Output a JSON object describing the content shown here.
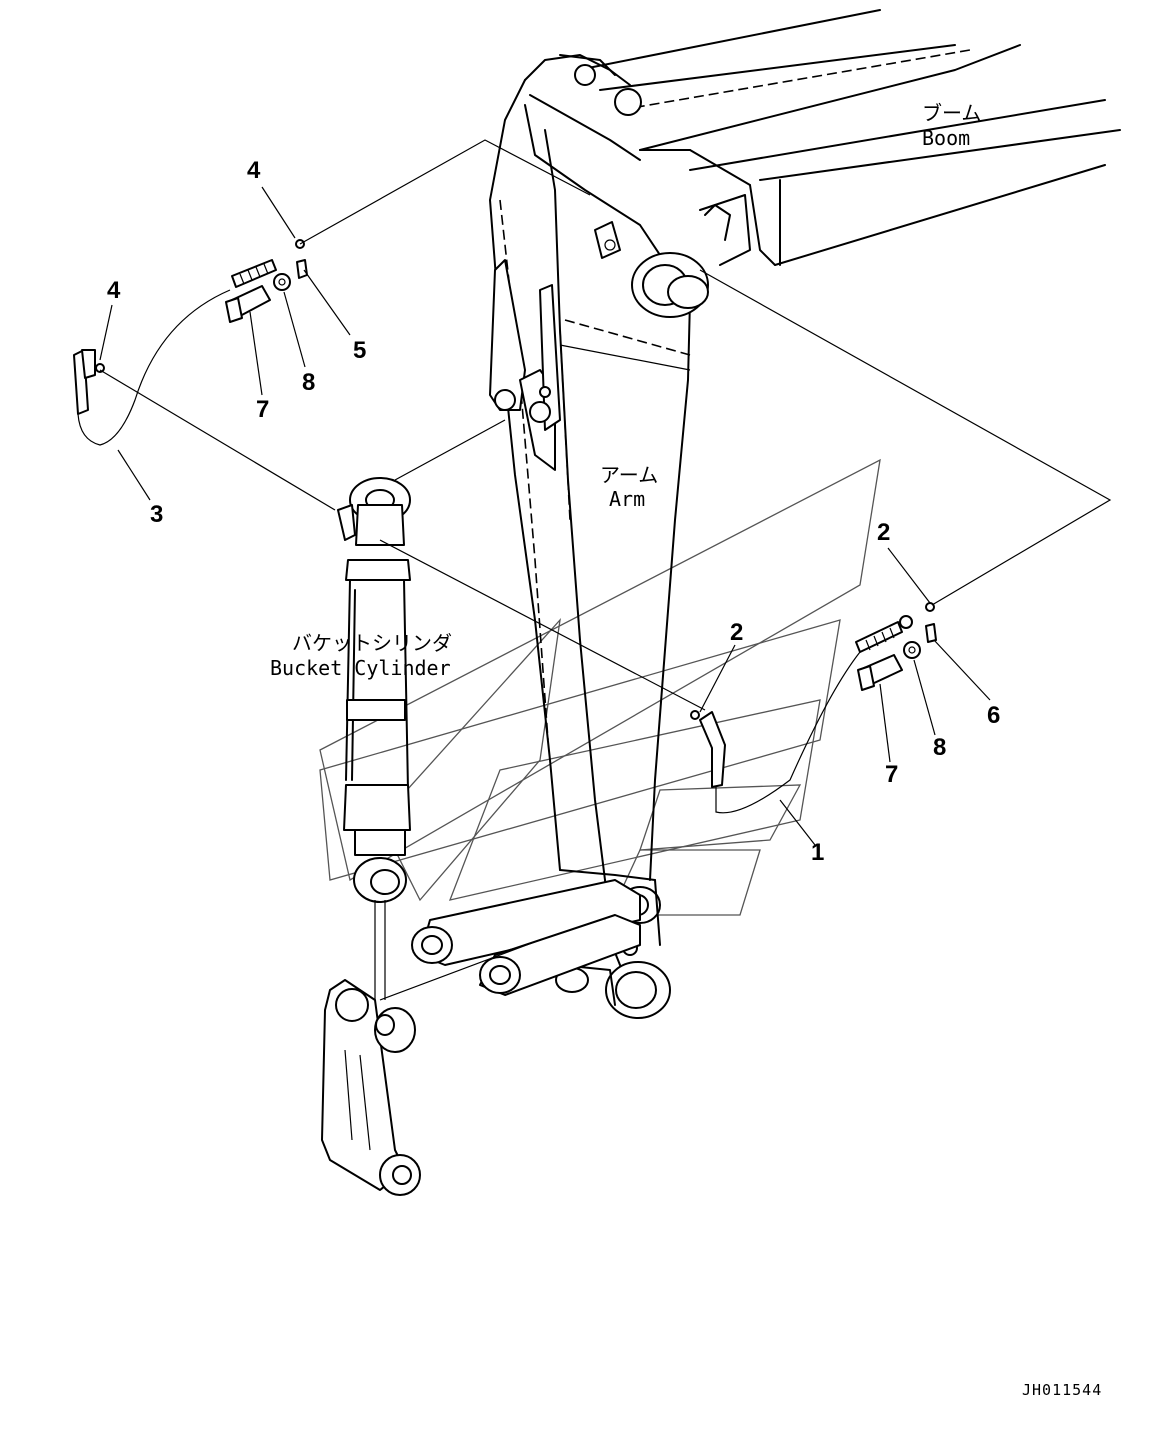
{
  "labels": {
    "boom_jp": "ブーム",
    "boom_en": "Boom",
    "arm_jp": "アーム",
    "arm_en": "Arm",
    "bucket_cylinder_jp": "バケットシリンダ",
    "bucket_cylinder_en": "Bucket Cylinder"
  },
  "callouts": [
    {
      "id": "4a",
      "text": "4"
    },
    {
      "id": "4b",
      "text": "4"
    },
    {
      "id": "5",
      "text": "5"
    },
    {
      "id": "8a",
      "text": "8"
    },
    {
      "id": "7a",
      "text": "7"
    },
    {
      "id": "3",
      "text": "3"
    },
    {
      "id": "2a",
      "text": "2"
    },
    {
      "id": "2b",
      "text": "2"
    },
    {
      "id": "6",
      "text": "6"
    },
    {
      "id": "8b",
      "text": "8"
    },
    {
      "id": "7b",
      "text": "7"
    },
    {
      "id": "1",
      "text": "1"
    }
  ],
  "drawing_code": "JH011544"
}
